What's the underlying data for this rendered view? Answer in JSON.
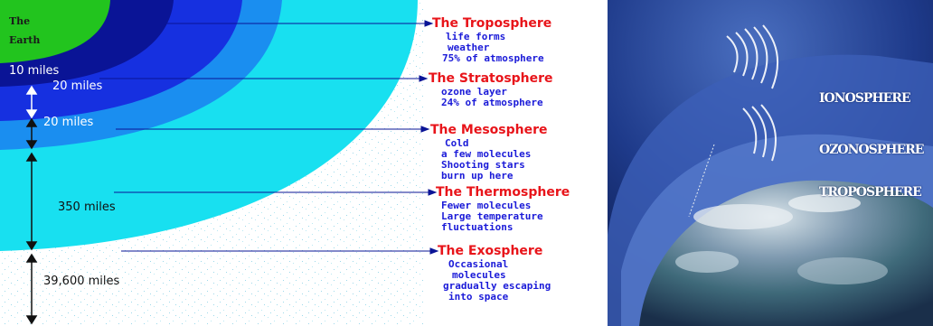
{
  "earth": {
    "line1": "The",
    "line2": "Earth"
  },
  "distances": {
    "d1": "10 miles",
    "d2": "20 miles",
    "d3": "20 miles",
    "d4": "350 miles",
    "d5": "39,600 miles"
  },
  "layers": [
    {
      "title": "The Troposphere",
      "lines": [
        "life forms",
        "weather",
        "75% of atmosphere"
      ]
    },
    {
      "title": "The Stratosphere",
      "lines": [
        "ozone layer",
        "24% of atmosphere"
      ]
    },
    {
      "title": "The Mesosphere",
      "lines": [
        "Cold",
        "a few molecules",
        "Shooting stars",
        "burn up here"
      ]
    },
    {
      "title": "The Thermosphere",
      "lines": [
        "Fewer molecules",
        "Large temperature",
        "fluctuations"
      ]
    },
    {
      "title": "The Exosphere",
      "lines": [
        "Occasional",
        "molecules",
        "gradually escaping",
        "into space"
      ]
    }
  ],
  "photo": {
    "labels": [
      "IONOSPHERE",
      "OZONOSPHERE",
      "TROPOSPHERE"
    ]
  },
  "colors": {
    "earth": "#22c41e",
    "troposphere": "#0a1496",
    "stratosphere": "#1630e0",
    "mesosphere": "#1a8ef0",
    "thermosphere": "#18e0f0",
    "exosphere_speckle": "#b8e8f2",
    "arrow": "#0a1496",
    "title_red": "#e8141a",
    "desc_blue": "#1a1ad8"
  }
}
